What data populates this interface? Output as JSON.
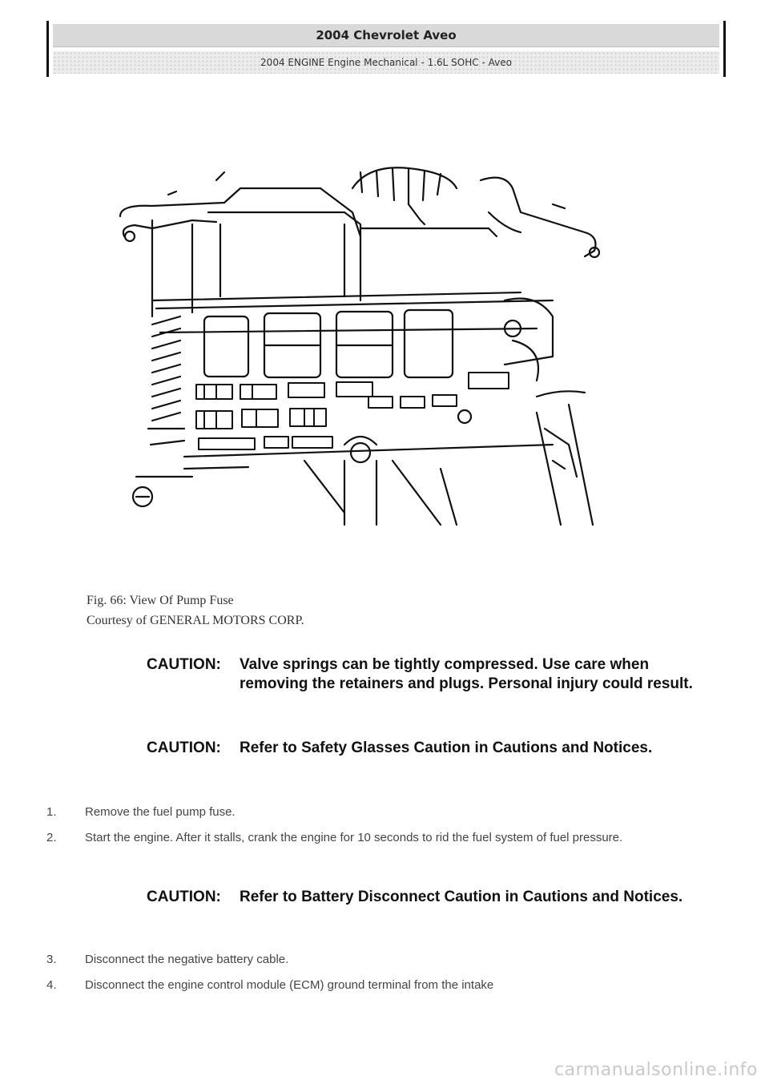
{
  "header": {
    "title": "2004 Chevrolet Aveo",
    "subtitle": "2004 ENGINE Engine Mechanical - 1.6L SOHC - Aveo"
  },
  "figure": {
    "caption_line1": "Fig. 66: View Of Pump Fuse",
    "caption_line2": "Courtesy of GENERAL MOTORS CORP."
  },
  "cautions": [
    {
      "label": "CAUTION:",
      "text": "Valve springs can be tightly compressed. Use care when removing the retainers and plugs. Personal injury could result."
    },
    {
      "label": "CAUTION:",
      "text": "Refer to Safety Glasses Caution in Cautions and Notices."
    },
    {
      "label": "CAUTION:",
      "text": "Refer to Battery Disconnect Caution in Cautions and Notices."
    }
  ],
  "steps": [
    {
      "num": "1.",
      "text": "Remove the fuel pump fuse."
    },
    {
      "num": "2.",
      "text": "Start the engine. After it stalls, crank the engine for 10 seconds to rid the fuel system of fuel pressure."
    },
    {
      "num": "3.",
      "text": "Disconnect the negative battery cable."
    },
    {
      "num": "4.",
      "text": "Disconnect the engine control module (ECM) ground terminal from the intake"
    }
  ],
  "watermark": "carmanualsonline.info"
}
